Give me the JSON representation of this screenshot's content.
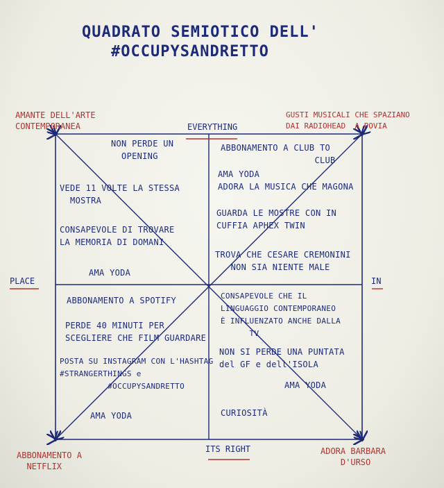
{
  "title": {
    "line1": "QUADRATO SEMIOTICO DELL'",
    "line2": "#OCCUPYSANDRETTO"
  },
  "corners": {
    "top_left": "AMANTE DELL'ARTE\nCONTEMPORANEA",
    "top_right": "GUSTI MUSICALI CHE SPAZIANO\nDAI RADIOHEAD  A POVIA",
    "bottom_left": "ABBONAMENTO A\n  NETFLIX",
    "bottom_right": "ADORA BARBARA\n    D'URSO"
  },
  "axes": {
    "top": "EVERYTHING",
    "bottom": "ITS RIGHT",
    "left": "PLACE",
    "right": "IN"
  },
  "quadrants": {
    "top_left": [
      "NON PERDE UN\n  OPENING",
      "VEDE 11 VOLTE LA STESSA\n  MOSTRA",
      "CONSAPEVOLE DI TROVARE\nLA MEMORIA DI DOMANI",
      "AMA YODA"
    ],
    "top_right": [
      "ABBONAMENTO A CLUB TO\n                  CLUB",
      "AMA YODA\nADORA LA MUSICA CHE MAGONA",
      "GUARDA LE MOSTRE CON IN\nCUFFIA APHEX TWIN",
      "TROVA CHE CESARE CREMONINI\n   NON SIA NIENTE MALE"
    ],
    "bottom_left": [
      "ABBONAMENTO A SPOTIFY",
      "PERDE 40 MINUTI PER\nSCEGLIERE CHE FILM GUARDARE",
      "POSTA SU INSTAGRAM CON L'HASHTAG\n#STRANGERTHINGS e\n          #OCCUPYSANDRETTO",
      "AMA YODA"
    ],
    "bottom_right": [
      "CONSAPEVOLE CHE IL\nLINGUAGGIO CONTEMPORANEO\nÈ INFLUENZATO ANCHE DALLA\n      TV",
      "NON SI PERDE UNA PUNTATA\ndel GF e dell'ISOLA",
      "AMA YODA",
      "CURIOSITÀ"
    ]
  },
  "colors": {
    "ink_blue": "#1d2a78",
    "ink_red": "#b3312f"
  }
}
